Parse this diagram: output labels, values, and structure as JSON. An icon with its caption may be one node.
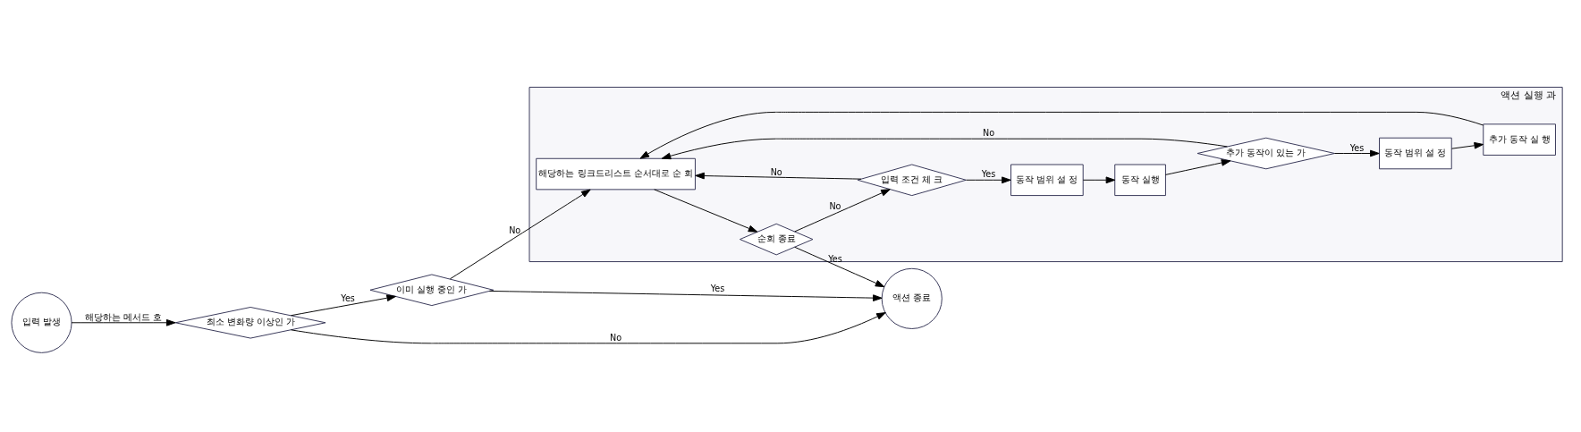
{
  "diagram": {
    "nodes": [
      {
        "text": [
          "입력 발생"
        ]
      },
      {
        "text": [
          "최소 변화량 이상인 가"
        ]
      },
      {
        "text": [
          "이미 실행 중인 가"
        ]
      },
      {
        "text": [
          "액션 실행 과"
        ]
      },
      {
        "text": [
          "해당하는 링크드리스트 순서대로 순 회"
        ],
        "in": 3
      },
      {
        "text": [
          "순회 종료"
        ],
        "in": 3
      },
      {
        "text": [
          "입력 조건 체 크"
        ],
        "in": 3
      },
      {
        "text": [
          "동작 범위 설 정"
        ],
        "in": 3
      },
      {
        "text": [
          "동작 실행"
        ],
        "in": 3
      },
      {
        "text": [
          "추가 동작이 있는 가"
        ],
        "in": 3
      },
      {
        "text": [
          "동작 범위 설 정"
        ],
        "in": 3
      },
      {
        "text": [
          "추가 동작 실 행"
        ],
        "in": 3
      },
      {
        "text": [
          "액션 종료"
        ]
      }
    ],
    "edges": [
      {
        "from": 0,
        "to": 1,
        "arrow": "to",
        "label": "해당하는 메서드 호"
      },
      {
        "from": 1,
        "to": 2,
        "arrow": "to",
        "label": "Yes"
      },
      {
        "from": 1,
        "to": 12,
        "arrow": "to",
        "label": "No"
      },
      {
        "from": 2,
        "to": 4,
        "arrow": "to",
        "label": "No"
      },
      {
        "from": 2,
        "to": 12,
        "arrow": "to",
        "label": "Yes"
      },
      {
        "from": 4,
        "to": 5,
        "arrow": "to"
      },
      {
        "from": 5,
        "to": 6,
        "arrow": "to",
        "label": "No"
      },
      {
        "from": 5,
        "to": 12,
        "arrow": "to",
        "label": "Yes"
      },
      {
        "from": 6,
        "to": 7,
        "arrow": "to",
        "label": "Yes"
      },
      {
        "from": 6,
        "to": 4,
        "arrow": "to",
        "label": "No"
      },
      {
        "from": 7,
        "to": 8,
        "arrow": "to"
      },
      {
        "from": 8,
        "to": 9,
        "arrow": "to"
      },
      {
        "from": 9,
        "to": 10,
        "arrow": "to",
        "label": "Yes"
      },
      {
        "from": 9,
        "to": 4,
        "arrow": "to",
        "label": "No"
      },
      {
        "from": 10,
        "to": 11,
        "arrow": "to"
      },
      {
        "from": 11,
        "to": 4,
        "arrow": "to"
      }
    ]
  }
}
